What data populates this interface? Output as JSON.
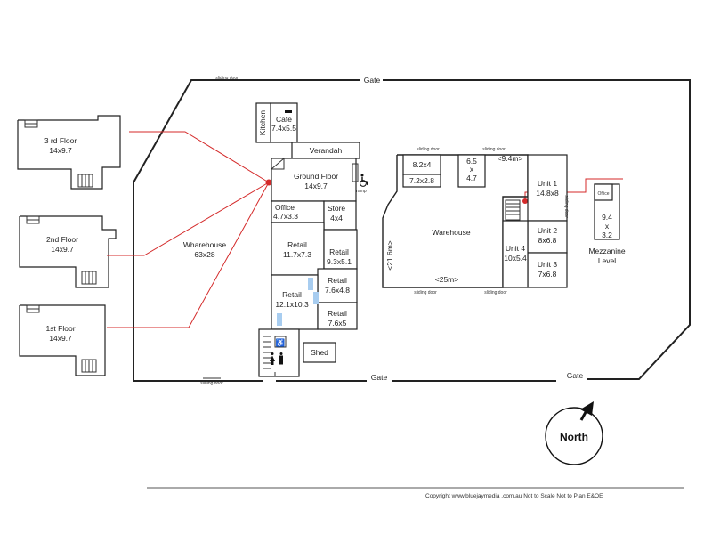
{
  "labels": {
    "gate_top": "Gate",
    "gate_bottom_1": "Gate",
    "gate_bottom_2": "Gate",
    "sliding_door": "sliding door",
    "floor3_name": "3 rd Floor",
    "floor3_dim": "14x9.7",
    "floor2_name": "2nd Floor",
    "floor2_dim": "14x9.7",
    "floor1_name": "1st Floor",
    "floor1_dim": "14x9.7",
    "wharehouse_name": "Wharehouse",
    "wharehouse_dim": "63x28",
    "kitchen": "Kitchen",
    "cafe_name": "Cafe",
    "cafe_dim": "7.4x5.5",
    "verandah": "Verandah",
    "ground_name": "Ground Floor",
    "ground_dim": "14x9.7",
    "ramp": "ramp",
    "office_name": "Office",
    "office_dim": "4.7x3.3",
    "store_name": "Store",
    "store_dim": "4x4",
    "retail_a_name": "Retail",
    "retail_a_dim": "11.7x7.3",
    "retail_b_name": "Retail",
    "retail_b_dim": "9.3x5.1",
    "retail_c_name": "Retail",
    "retail_c_dim": "7.6x4.8",
    "retail_d_name": "Retail",
    "retail_d_dim": "12.1x10.3",
    "retail_e_name": "Retail",
    "retail_e_dim": "7.6x5",
    "shed": "Shed",
    "room_82x4": "8.2x4",
    "room_72x28": "7.2x2.8",
    "room_65_a": "6.5",
    "room_65_x": "x",
    "room_65_b": "4.7",
    "warehouse_name": "Warehouse",
    "dim_21_6": "<21.6m>",
    "dim_25": "<25m>",
    "dim_9_4": "<9.4m>",
    "unit1_name": "Unit 1",
    "unit1_dim": "14.8x8",
    "unit2_name": "Unit 2",
    "unit2_dim": "8x6.8",
    "unit3_name": "Unit 3",
    "unit3_dim": "7x6.8",
    "unit4_name": "Unit 4",
    "unit4_dim": "10x5.4",
    "mezz_office": "Office",
    "mezz_a": "9.4",
    "mezz_x": "x",
    "mezz_b": "3.2",
    "mezz_name": "Mezzanine",
    "mezz_level": "Level",
    "north": "North",
    "copyright": "Copyright www.bluejaymedia .com.au   Not to Scale Not to Plan E&OE"
  },
  "colors": {
    "pointer": "#d42a2a",
    "fixture": "#a8cdf0"
  },
  "icons": [
    "wheelchair-icon",
    "male-toilet-icon",
    "female-toilet-icon",
    "north-arrow-icon",
    "stairs-icon"
  ]
}
